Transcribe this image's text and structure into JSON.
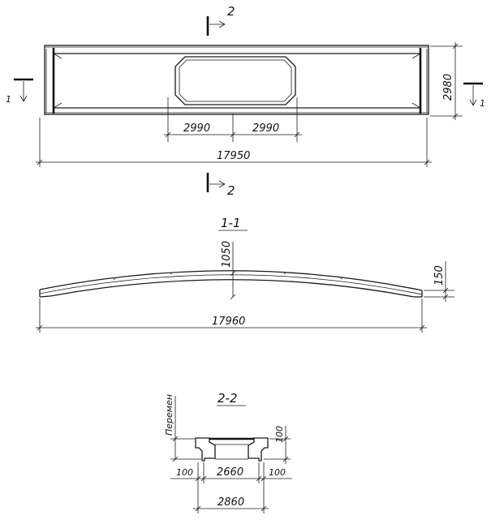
{
  "plan": {
    "section_mark_top": "2",
    "section_mark_bottom": "2",
    "section_mark_left": "1",
    "section_mark_right": "1",
    "dim_opening_left": "2990",
    "dim_opening_right": "2990",
    "dim_total_length": "17950",
    "dim_width": "2980"
  },
  "section_1_1": {
    "title": "1-1",
    "dim_rise": "1050",
    "dim_end_height": "150",
    "dim_length": "17960"
  },
  "section_2_2": {
    "title": "2-2",
    "label_variable": "Перемен",
    "dim_rib_height": "100",
    "dim_left_rib": "100",
    "dim_inner": "2660",
    "dim_right_rib": "100",
    "dim_outer": "2860"
  }
}
